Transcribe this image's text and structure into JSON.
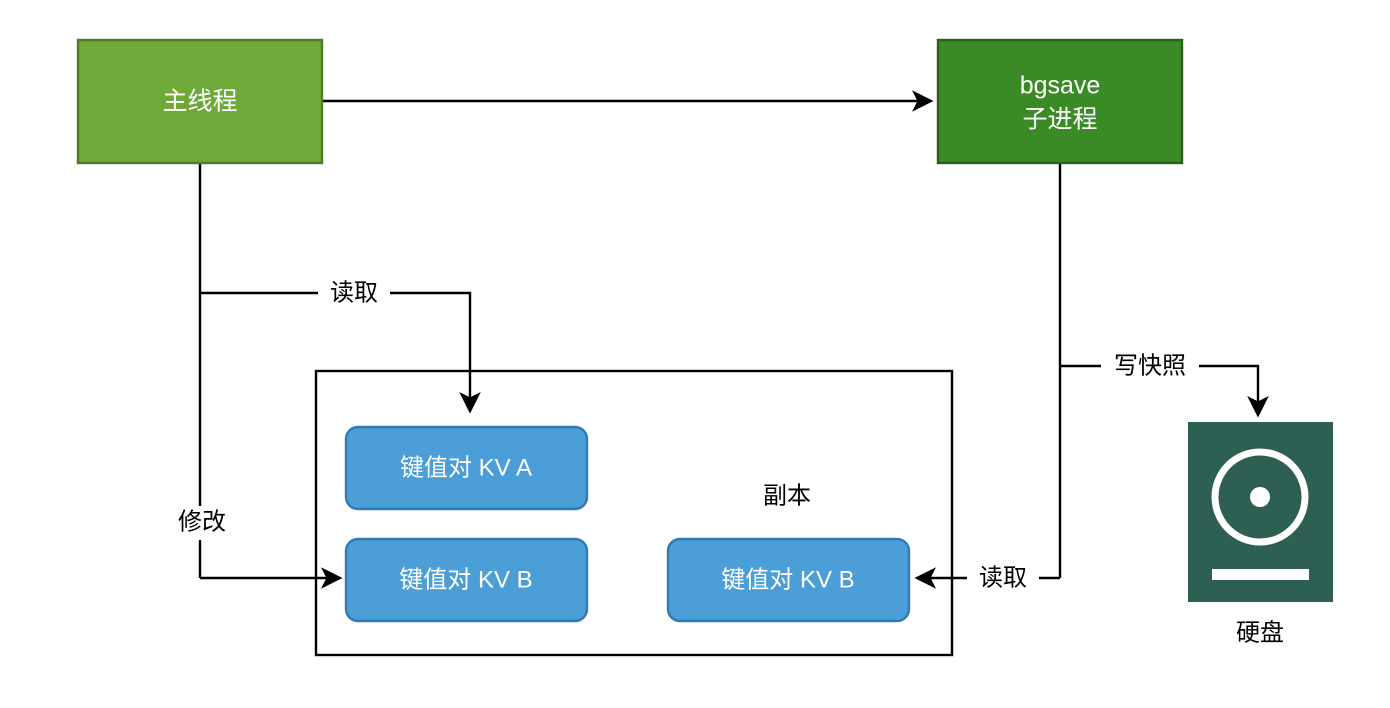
{
  "diagram": {
    "title": "Redis bgsave copy-on-write diagram",
    "colors": {
      "main_thread_fill": "#6FA939",
      "main_thread_stroke": "#4F7B27",
      "bgsave_fill": "#3A8A25",
      "bgsave_stroke": "#2A6019",
      "kv_fill": "#4C9ED7",
      "kv_stroke": "#2E7BB5",
      "disk_fill": "#2D6052",
      "line": "#000000",
      "text_light": "#ffffff",
      "text_dark": "#000000"
    },
    "nodes": {
      "main_thread": {
        "label": "主线程"
      },
      "bgsave": {
        "label_line1": "bgsave",
        "label_line2": "子进程"
      },
      "kv_a": {
        "label": "键值对 KV A"
      },
      "kv_b": {
        "label": "键值对 KV B"
      },
      "kv_b_copy": {
        "label": "键值对 KV B"
      },
      "copy_group": {
        "label": "副本"
      },
      "disk": {
        "label": "硬盘"
      }
    },
    "edges": {
      "read_memory": {
        "label": "读取"
      },
      "modify_memory": {
        "label": "修改"
      },
      "write_snapshot": {
        "label": "写快照"
      },
      "read_copy": {
        "label": "读取"
      }
    }
  }
}
